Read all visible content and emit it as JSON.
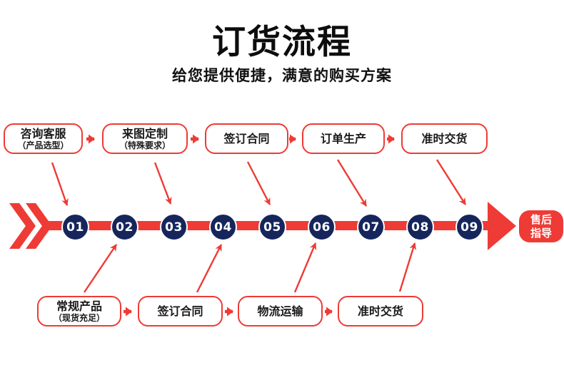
{
  "title": "订货流程",
  "subtitle": "给您提供便捷，满意的购买方案",
  "colors": {
    "accent_red": "#ee3b35",
    "step_navy": "#16265c",
    "text_black": "#111111",
    "background": "#ffffff"
  },
  "top_row": [
    {
      "label": "咨询客服",
      "sub": "（产品选型）"
    },
    {
      "label": "来图定制",
      "sub": "（特殊要求）"
    },
    {
      "label": "签订合同",
      "sub": ""
    },
    {
      "label": "订单生产",
      "sub": ""
    },
    {
      "label": "准时交货",
      "sub": ""
    }
  ],
  "bottom_row": [
    {
      "label": "常规产品",
      "sub": "（现货充足）"
    },
    {
      "label": "签订合同",
      "sub": ""
    },
    {
      "label": "物流运输",
      "sub": ""
    },
    {
      "label": "准时交货",
      "sub": ""
    }
  ],
  "steps": [
    "01",
    "02",
    "03",
    "04",
    "05",
    "06",
    "07",
    "08",
    "09"
  ],
  "end_label": {
    "line1": "售后",
    "line2": "指导"
  },
  "icons": {
    "fast-forward-icon": "»",
    "arrow-right-icon": "→",
    "arrowhead-icon": "▶"
  }
}
